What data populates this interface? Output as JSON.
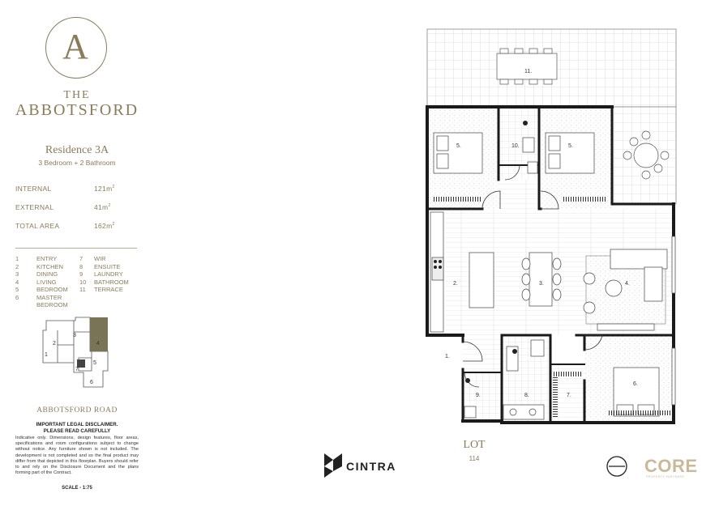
{
  "brand": {
    "logo_letter": "A",
    "the": "THE",
    "name": "ABBOTSFORD"
  },
  "residence": {
    "title": "Residence 3A",
    "subtitle": "3 Bedroom + 2 Bathroom"
  },
  "areas": [
    {
      "label": "INTERNAL",
      "value": "121m",
      "unit": "2"
    },
    {
      "label": "EXTERNAL",
      "value": "41m",
      "unit": "2"
    },
    {
      "label": "TOTAL AREA",
      "value": "162m",
      "unit": "2"
    }
  ],
  "legend_left": [
    {
      "num": "1",
      "name": "ENTRY"
    },
    {
      "num": "2",
      "name": "KITCHEN"
    },
    {
      "num": "3",
      "name": "DINING"
    },
    {
      "num": "4",
      "name": "LIVING"
    },
    {
      "num": "5",
      "name": "BEDROOM"
    },
    {
      "num": "6",
      "name": "MASTER BEDROOM"
    }
  ],
  "legend_right": [
    {
      "num": "7",
      "name": "WIR"
    },
    {
      "num": "8",
      "name": "ENSUITE"
    },
    {
      "num": "9",
      "name": "LAUNDRY"
    },
    {
      "num": "10",
      "name": "BATHROOM"
    },
    {
      "num": "11",
      "name": "TERRACE"
    }
  ],
  "keyplan": {
    "labels": [
      "1",
      "2",
      "3",
      "4",
      "5",
      "6",
      "7"
    ],
    "highlight_color": "#7a7456"
  },
  "road": "ABBOTSFORD ROAD",
  "disclaimer": {
    "title_line1": "IMPORTANT LEGAL DISCLAIMER.",
    "title_line2": "PLEASE READ CAREFULLY",
    "body": "Indicative only. Dimensions, design features, floor areas, specifications and room configurations subject to change without notice. Any furniture shown is not included. The development is not completed and so the final product may differ from that depicted in this floorplan. Buyers should refer to and rely on the Disclosure Document and the plans forming part of the Contract.",
    "scale": "SCALE - 1:75"
  },
  "floorplan_labels": {
    "r1": "1.",
    "r2": "2.",
    "r3": "3.",
    "r4": "4.",
    "r5a": "5.",
    "r5b": "5.",
    "r6": "6.",
    "r7": "7.",
    "r8": "8.",
    "r9": "9.",
    "r10": "10.",
    "r11": "11."
  },
  "lot": {
    "label": "LOT",
    "number": "114"
  },
  "logos": {
    "cintra": "CINTRA",
    "core": "CORE",
    "core_sub": "PROPERTY PARTNERS"
  },
  "colors": {
    "gold": "#8a7b5a",
    "wall": "#1a1a1a",
    "core": "#c9b89a"
  }
}
